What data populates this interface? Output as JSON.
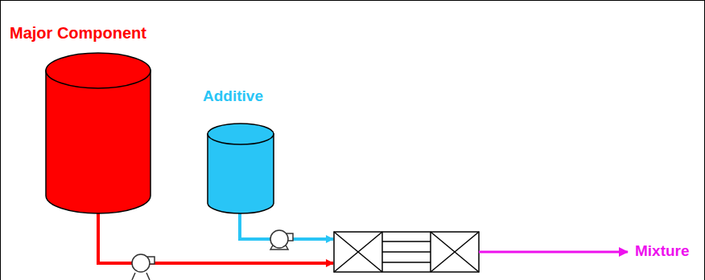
{
  "diagram": {
    "nodes": [
      {
        "text": [
          "Major Component"
        ]
      },
      {
        "text": [
          "Additive"
        ]
      }
    ],
    "labels": [
      "Mixture"
    ]
  }
}
